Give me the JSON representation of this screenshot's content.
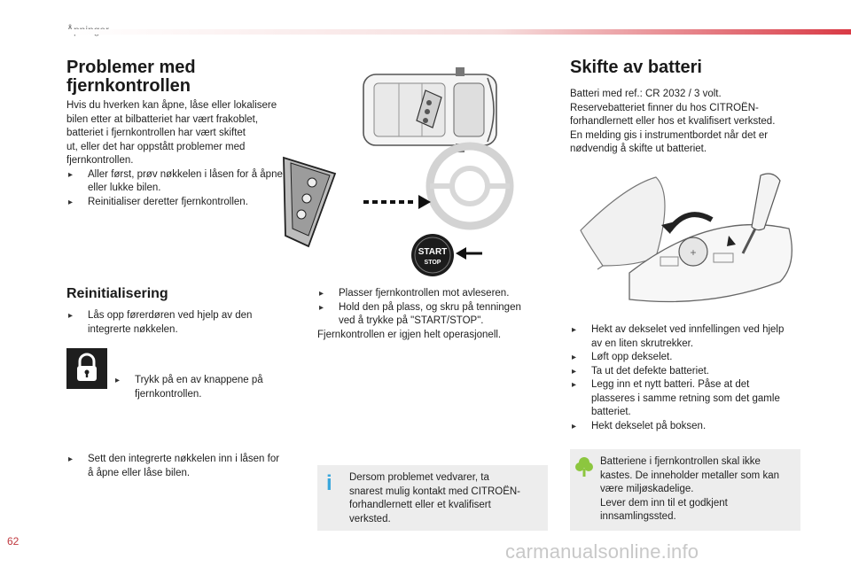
{
  "header": {
    "section": "Åpninger"
  },
  "left": {
    "title_line1": "Problemer med",
    "title_line2": "fjernkontrollen",
    "intro": [
      "Hvis du hverken kan åpne, låse eller lokalisere",
      "bilen etter at bilbatteriet har vært frakoblet,",
      "batteriet i fjernkontrollen har vært skiftet",
      "ut, eller det har oppstått problemer med",
      "fjernkontrollen."
    ],
    "bullet1": [
      "Aller først, prøv nøkkelen i låsen for å åpne",
      "eller lukke bilen."
    ],
    "bullet2": "Reinitialiser deretter fjernkontrollen."
  },
  "reinit": {
    "title": "Reinitialisering",
    "bullet1": [
      "Lås opp førerdøren ved hjelp av den",
      "integrerte nøkkelen."
    ],
    "bullet2": [
      "Trykk på en av knappene på",
      "fjernkontrollen."
    ],
    "bullet3": [
      "Sett den integrerte nøkkelen inn i låsen for",
      "å åpne eller låse bilen."
    ]
  },
  "middle": {
    "start_line1": "START",
    "start_line2": "STOP",
    "bullet1": "Plasser fjernkontrollen mot avleseren.",
    "bullet2": [
      "Hold den på plass, og skru på tenningen",
      "ved å trykke på \"START/STOP\"."
    ],
    "result": "Fjernkontrollen er igjen helt operasjonell.",
    "info_icon": "i",
    "info": [
      "Dersom problemet vedvarer, ta",
      "snarest mulig kontakt med CITROËN-",
      "forhandlernett eller et kvalifisert",
      "verksted."
    ]
  },
  "right": {
    "title": "Skifte av batteri",
    "intro": [
      "Batteri med ref.: CR 2032 / 3 volt.",
      "Reservebatteriet finner du hos CITROËN-",
      "forhandlernett eller hos et kvalifisert verksted.",
      "En melding gis i instrumentbordet når det er",
      "nødvendig å skifte ut batteriet."
    ],
    "steps": [
      [
        "Hekt av dekselet ved innfellingen ved hjelp",
        "av en liten skrutrekker."
      ],
      [
        "Løft opp dekselet."
      ],
      [
        "Ta ut det defekte batteriet."
      ],
      [
        "Legg inn et nytt batteri. Påse at det",
        "plasseres i samme retning som det gamle",
        "batteriet."
      ],
      [
        "Hekt dekselet på boksen."
      ]
    ],
    "eco": [
      "Batteriene i fjernkontrollen skal ikke",
      "kastes. De inneholder metaller som kan",
      "være miljøskadelige.",
      "Lever dem inn til et godkjent",
      "innsamlingssted."
    ]
  },
  "footer": {
    "page_number": "62",
    "watermark": "carmanualsonline.info"
  },
  "colors": {
    "accent": "#d93a45",
    "info_blue": "#3aa7dc",
    "eco_green": "#8cc63f",
    "box_bg": "#ededed"
  },
  "icons": {
    "bullet": "triangle-bullet-icon",
    "padlock": "padlock-icon",
    "info": "info-icon",
    "eco": "tree-icon"
  }
}
